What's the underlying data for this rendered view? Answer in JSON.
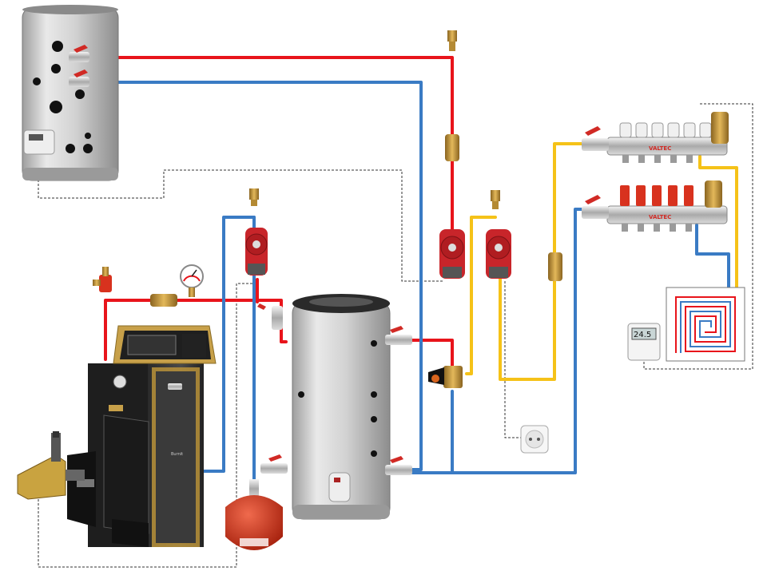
{
  "colors": {
    "hot": "#e8141b",
    "cold": "#3a7bc4",
    "floor": "#f5c218",
    "tank": "#cfcfcf",
    "pump": "#c8252a",
    "boiler_body": "#3a3a3a",
    "boiler_trim": "#b8923a",
    "expansion": "#d8321e",
    "brass": "#c89a3e"
  },
  "labels": {
    "manifold_top": "VALTEC",
    "manifold_bottom": "VALTEC",
    "thermostat_display": "24.5",
    "boiler_plate": "Burnit"
  },
  "icons": {
    "boiler": "solid-fuel-boiler-icon",
    "burner": "pellet-burner-icon",
    "pump": "circulation-pump-icon",
    "tank": "storage-tank-icon",
    "manifold": "floor-heating-manifold-icon",
    "thermostat": "room-thermostat-icon",
    "socket": "power-socket-icon",
    "expansion": "expansion-vessel-icon",
    "gauge": "pressure-gauge-icon",
    "valve": "ball-valve-icon",
    "vent": "air-vent-icon",
    "check": "check-valve-icon",
    "mixing": "three-way-mixing-valve-icon",
    "floor_loop": "underfloor-heating-loop-icon"
  }
}
